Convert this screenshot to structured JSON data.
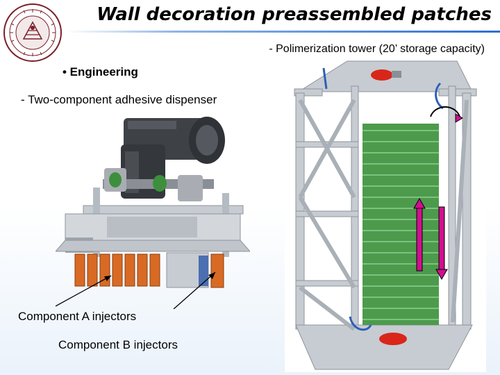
{
  "slide": {
    "title": "Wall decoration preassembled patches",
    "subtitle_right": "- Polimerization tower (20’ storage capacity)",
    "bullet": "• Engineering",
    "subtitle_left": "- Two-component adhesive dispenser",
    "label_a": "Component A injectors",
    "label_b": "Component B injectors"
  },
  "colors": {
    "accent_rule": "#2f6fd1",
    "frame_grey": "#c7ccd2",
    "tower_green": "#4d9a4d",
    "motor_dark": "#3e4146",
    "injector_orange": "#d86a24",
    "arrow_magenta": "#d10f8f",
    "actuator_red": "#d9261b"
  }
}
